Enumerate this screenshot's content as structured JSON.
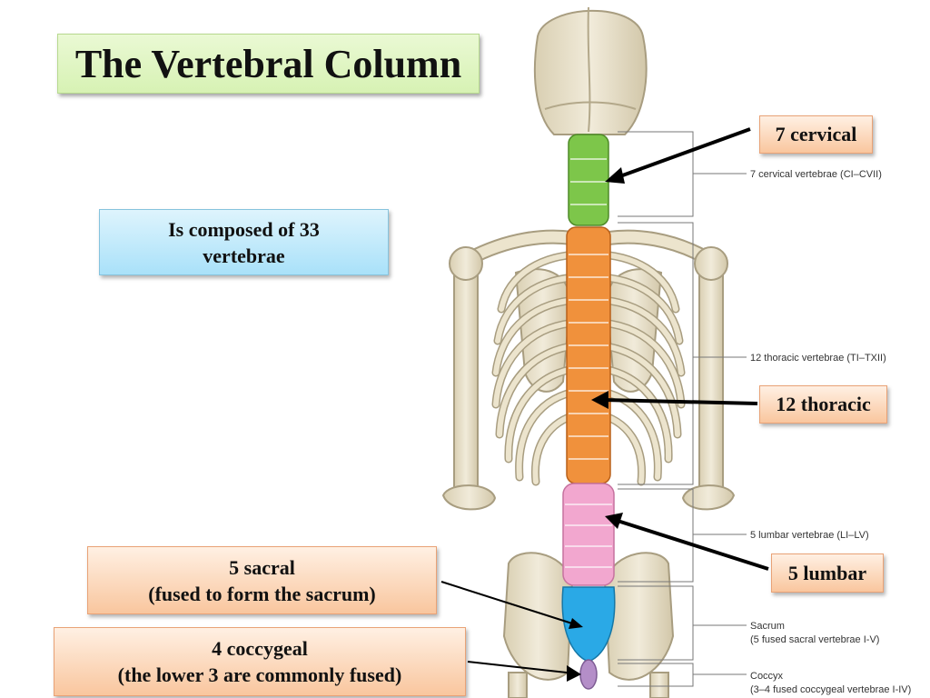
{
  "title": "The Vertebral Column",
  "composition": {
    "line1": "Is composed of 33",
    "line2": "vertebrae"
  },
  "callouts": {
    "cervical": "7 cervical",
    "thoracic": "12 thoracic",
    "lumbar": "5 lumbar",
    "sacral": {
      "line1": "5 sacral",
      "line2": "(fused to form the sacrum)"
    },
    "coccygeal": {
      "line1": "4 coccygeal",
      "line2": "(the lower 3 are commonly fused)"
    }
  },
  "figure_labels": {
    "cervical": "7 cervical vertebrae (CI–CVII)",
    "thoracic": "12 thoracic vertebrae (TI–TXII)",
    "lumbar": "5 lumbar vertebrae (LI–LV)",
    "sacrum_1": "Sacrum",
    "sacrum_2": "(5 fused sacral vertebrae I-V)",
    "coccyx_1": "Coccyx",
    "coccyx_2": "(3–4 fused coccygeal vertebrae I-IV)"
  },
  "colors": {
    "cervical": "#7dc64a",
    "thoracic": "#f0913c",
    "lumbar": "#f2a7cf",
    "sacral": "#2aa9e6",
    "coccygeal": "#b48ec8",
    "bone": "#e8e0c9",
    "bone_outline": "#a89d80"
  }
}
